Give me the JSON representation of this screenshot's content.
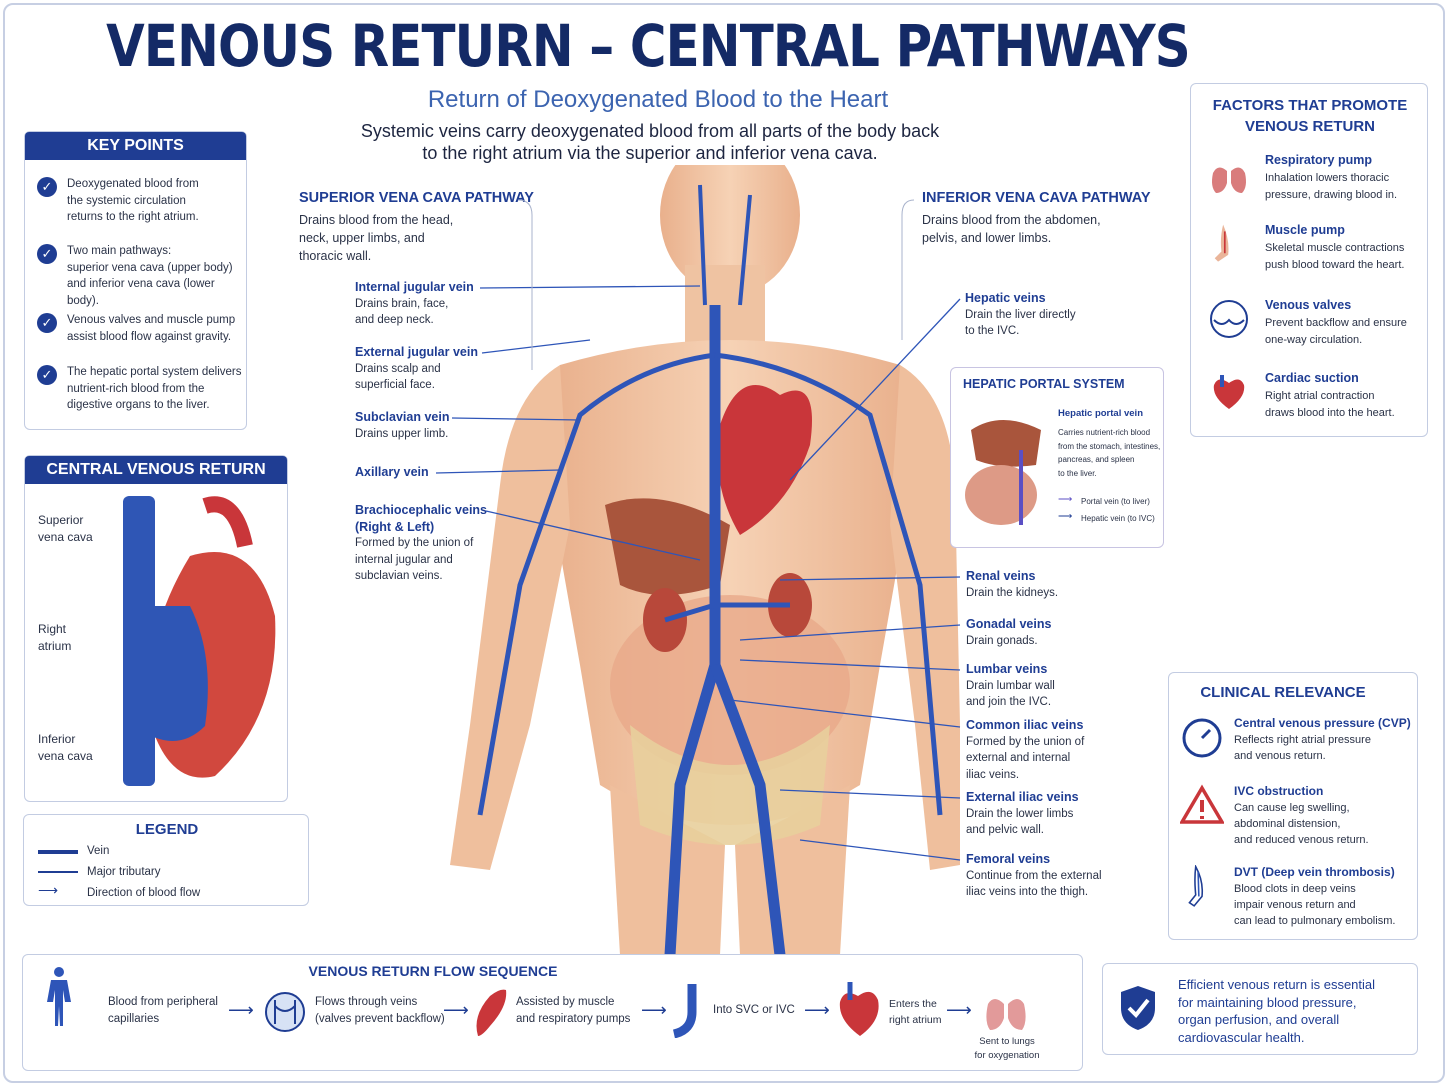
{
  "header": {
    "title": "VENOUS RETURN – CENTRAL PATHWAYS",
    "subtitle": "Return of Deoxygenated Blood to the Heart",
    "intro_line1": "Systemic veins carry deoxygenated blood from all parts of the body back",
    "intro_line2": "to the right atrium via the superior and inferior vena cava."
  },
  "key_points": {
    "title": "KEY POINTS",
    "items": [
      {
        "l1": "Deoxygenated blood from",
        "l2": "the systemic circulation",
        "l3": "returns to the right atrium."
      },
      {
        "l1": "Two main pathways:",
        "l2": "superior vena cava (upper body)",
        "l3": "and inferior vena cava (lower body)."
      },
      {
        "l1": "Venous valves and muscle pump",
        "l2": "assist blood flow against gravity.",
        "l3": ""
      },
      {
        "l1": "The hepatic portal system delivers",
        "l2": "nutrient-rich blood from the",
        "l3": "digestive organs to the liver."
      }
    ]
  },
  "central_return": {
    "title": "CENTRAL VENOUS RETURN",
    "svc_1": "Superior",
    "svc_2": "vena cava",
    "ra_1": "Right",
    "ra_2": "atrium",
    "ivc_1": "Inferior",
    "ivc_2": "vena cava"
  },
  "legend": {
    "title": "LEGEND",
    "items": [
      "Vein",
      "Major tributary",
      "Direction of blood flow"
    ]
  },
  "svc_pathway": {
    "title": "SUPERIOR VENA CAVA PATHWAY",
    "desc1": "Drains blood from the head,",
    "desc2": "neck, upper limbs, and",
    "desc3": "thoracic wall.",
    "veins": [
      {
        "name": "Internal jugular vein",
        "d1": "Drains brain, face,",
        "d2": "and deep neck."
      },
      {
        "name": "External jugular vein",
        "d1": "Drains scalp and",
        "d2": "superficial face."
      },
      {
        "name": "Subclavian vein",
        "d1": "Drains upper limb.",
        "d2": ""
      },
      {
        "name": "Axillary vein",
        "d1": "",
        "d2": ""
      },
      {
        "name": "Brachiocephalic veins",
        "name2": "(Right & Left)",
        "d1": "Formed by the union of",
        "d2": "internal jugular and",
        "d3": "subclavian veins."
      }
    ]
  },
  "ivc_pathway": {
    "title": "INFERIOR VENA CAVA PATHWAY",
    "desc1": "Drains blood from the abdomen,",
    "desc2": "pelvis, and lower limbs.",
    "veins": [
      {
        "name": "Hepatic veins",
        "d1": "Drain the liver directly",
        "d2": "to the IVC."
      },
      {
        "name": "Renal veins",
        "d1": "Drain the kidneys.",
        "d2": ""
      },
      {
        "name": "Gonadal veins",
        "d1": "Drain gonads.",
        "d2": ""
      },
      {
        "name": "Lumbar veins",
        "d1": "Drain lumbar wall",
        "d2": "and join the IVC."
      },
      {
        "name": "Common iliac veins",
        "d1": "Formed by the union of",
        "d2": "external and internal",
        "d3": "iliac veins."
      },
      {
        "name": "External iliac veins",
        "d1": "Drain the lower limbs",
        "d2": "and pelvic wall."
      },
      {
        "name": "Femoral veins",
        "d1": "Continue from the external",
        "d2": "iliac veins into the thigh."
      }
    ]
  },
  "hepatic_portal": {
    "title": "HEPATIC PORTAL SYSTEM",
    "vein_title": "Hepatic portal vein",
    "d1": "Carries nutrient-rich blood",
    "d2": "from the stomach, intestines,",
    "d3": "pancreas, and spleen",
    "d4": "to the liver.",
    "legend1": "Portal vein (to liver)",
    "legend2": "Hepatic vein (to IVC)"
  },
  "factors": {
    "title1": "FACTORS THAT PROMOTE",
    "title2": "VENOUS RETURN",
    "items": [
      {
        "icon": "lungs-icon",
        "title": "Respiratory pump",
        "d1": "Inhalation lowers thoracic",
        "d2": "pressure, drawing blood in."
      },
      {
        "icon": "leg-muscle-icon",
        "title": "Muscle pump",
        "d1": "Skeletal muscle contractions",
        "d2": "push blood toward the heart."
      },
      {
        "icon": "valve-icon",
        "title": "Venous valves",
        "d1": "Prevent backflow and ensure",
        "d2": "one-way circulation."
      },
      {
        "icon": "heart-icon",
        "title": "Cardiac suction",
        "d1": "Right atrial contraction",
        "d2": "draws blood into the heart."
      }
    ]
  },
  "clinical": {
    "title": "CLINICAL RELEVANCE",
    "items": [
      {
        "icon": "gauge-icon",
        "title": "Central venous pressure (CVP)",
        "d1": "Reflects right atrial pressure",
        "d2": "and venous return.",
        "d3": ""
      },
      {
        "icon": "warning-icon",
        "title": "IVC obstruction",
        "d1": "Can cause leg swelling,",
        "d2": "abdominal distension,",
        "d3": "and reduced venous return."
      },
      {
        "icon": "leg-vein-icon",
        "title": "DVT (Deep vein thrombosis)",
        "d1": "Blood clots in deep veins",
        "d2": "impair venous return and",
        "d3": "can lead to pulmonary embolism."
      }
    ]
  },
  "flow_sequence": {
    "title": "VENOUS RETURN FLOW SEQUENCE",
    "steps": [
      {
        "l1": "Blood from peripheral",
        "l2": "capillaries"
      },
      {
        "l1": "Flows through veins",
        "l2": "(valves prevent backflow)"
      },
      {
        "l1": "Assisted by muscle",
        "l2": "and respiratory pumps"
      },
      {
        "l1": "Into SVC or IVC",
        "l2": ""
      },
      {
        "l1": "Enters the",
        "l2": "right atrium"
      },
      {
        "l1": "Sent to lungs",
        "l2": "for oxygenation"
      }
    ]
  },
  "summary": {
    "l1": "Efficient venous return is essential",
    "l2": "for maintaining blood pressure,",
    "l3": "organ perfusion, and overall",
    "l4": "cardiovascular health."
  },
  "colors": {
    "navy": "#1f3d93",
    "vein_blue": "#2e55b8",
    "artery_red": "#c9363a",
    "skin": "#f2c6a4"
  }
}
